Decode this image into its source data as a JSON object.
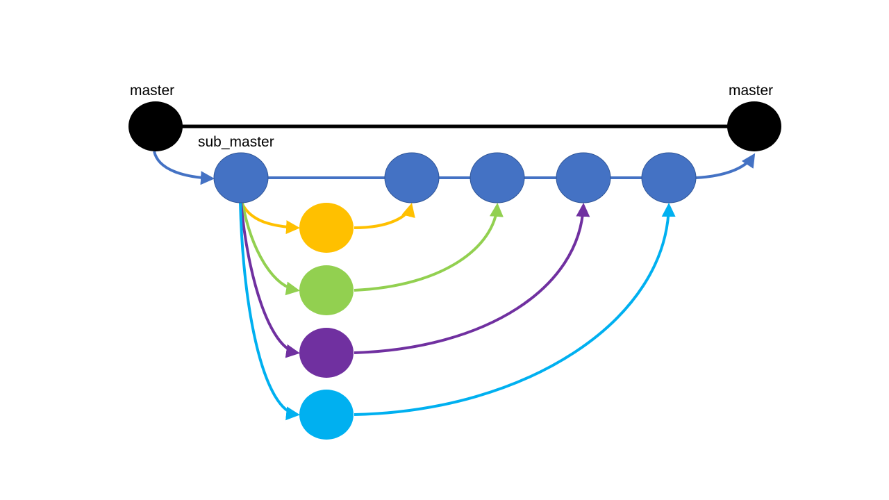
{
  "labels": {
    "master_left": "master",
    "master_right": "master",
    "sub_master": "sub_master"
  },
  "colors": {
    "master": "#000000",
    "sub_master": "#4472C4",
    "branch_1": "#FFC000",
    "branch_2": "#92D050",
    "branch_3": "#7030A0",
    "branch_4": "#00B0F0",
    "node_outline": "#2F5597"
  },
  "nodes": [
    {
      "id": "master-start",
      "kind": "master"
    },
    {
      "id": "master-end",
      "kind": "master"
    },
    {
      "id": "sub-master-start",
      "kind": "sub_master"
    },
    {
      "id": "sub-master-commit-1",
      "kind": "sub_master"
    },
    {
      "id": "sub-master-commit-2",
      "kind": "sub_master"
    },
    {
      "id": "sub-master-commit-3",
      "kind": "sub_master"
    },
    {
      "id": "sub-master-commit-4",
      "kind": "sub_master"
    },
    {
      "id": "branch-yellow",
      "kind": "branch_1"
    },
    {
      "id": "branch-green",
      "kind": "branch_2"
    },
    {
      "id": "branch-purple",
      "kind": "branch_3"
    },
    {
      "id": "branch-cyan",
      "kind": "branch_4"
    }
  ],
  "edges": [
    {
      "from": "master-start",
      "to": "master-end",
      "color": "master"
    },
    {
      "from": "master-start",
      "to": "sub-master-start",
      "color": "sub_master",
      "arrow": true
    },
    {
      "from": "sub-master-start",
      "to": "sub-master-commit-4",
      "color": "sub_master"
    },
    {
      "from": "sub-master-commit-4",
      "to": "master-end",
      "color": "sub_master",
      "arrow": true
    },
    {
      "from": "sub-master-start",
      "to": "branch-yellow",
      "color": "branch_1",
      "arrow": true
    },
    {
      "from": "branch-yellow",
      "to": "sub-master-commit-1",
      "color": "branch_1",
      "arrow": true
    },
    {
      "from": "sub-master-start",
      "to": "branch-green",
      "color": "branch_2",
      "arrow": true
    },
    {
      "from": "branch-green",
      "to": "sub-master-commit-2",
      "color": "branch_2",
      "arrow": true
    },
    {
      "from": "sub-master-start",
      "to": "branch-purple",
      "color": "branch_3",
      "arrow": true
    },
    {
      "from": "branch-purple",
      "to": "sub-master-commit-3",
      "color": "branch_3",
      "arrow": true
    },
    {
      "from": "sub-master-start",
      "to": "branch-cyan",
      "color": "branch_4",
      "arrow": true
    },
    {
      "from": "branch-cyan",
      "to": "sub-master-commit-4",
      "color": "branch_4",
      "arrow": true
    }
  ]
}
